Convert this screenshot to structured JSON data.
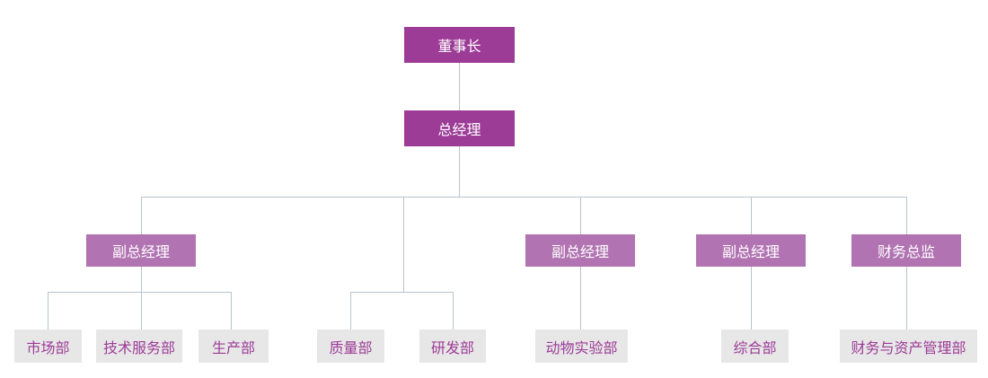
{
  "org_chart": {
    "colors": {
      "level1_bg": "#9c3c97",
      "level2_bg": "#b173b2",
      "level3_bg": "#e7e7e7",
      "level1_text": "#ffffff",
      "level2_text": "#ffffff",
      "level3_text": "#9c3c97",
      "connector": "#b6c5cd"
    },
    "nodes": {
      "chairman": {
        "label": "董事长",
        "level": 1
      },
      "general_manager": {
        "label": "总经理",
        "level": 1
      },
      "deputy_gm_1": {
        "label": "副总经理",
        "level": 2
      },
      "deputy_gm_2": {
        "label": "副总经理",
        "level": 2
      },
      "deputy_gm_3": {
        "label": "副总经理",
        "level": 2
      },
      "finance_director": {
        "label": "财务总监",
        "level": 2
      },
      "marketing_dept": {
        "label": "市场部",
        "level": 3
      },
      "tech_service_dept": {
        "label": "技术服务部",
        "level": 3
      },
      "production_dept": {
        "label": "生产部",
        "level": 3
      },
      "quality_dept": {
        "label": "质量部",
        "level": 3
      },
      "rd_dept": {
        "label": "研发部",
        "level": 3
      },
      "animal_lab_dept": {
        "label": "动物实验部",
        "level": 3
      },
      "general_affairs_dept": {
        "label": "综合部",
        "level": 3
      },
      "finance_asset_dept": {
        "label": "财务与资产管理部",
        "level": 3
      }
    },
    "structure": {
      "chairman": [
        "general_manager"
      ],
      "general_manager": [
        "deputy_gm_1",
        "quality_dept",
        "rd_dept",
        "deputy_gm_2",
        "deputy_gm_3",
        "finance_director"
      ],
      "deputy_gm_1": [
        "marketing_dept",
        "tech_service_dept",
        "production_dept"
      ],
      "deputy_gm_2": [
        "animal_lab_dept"
      ],
      "deputy_gm_3": [
        "general_affairs_dept"
      ],
      "finance_director": [
        "finance_asset_dept"
      ]
    }
  }
}
